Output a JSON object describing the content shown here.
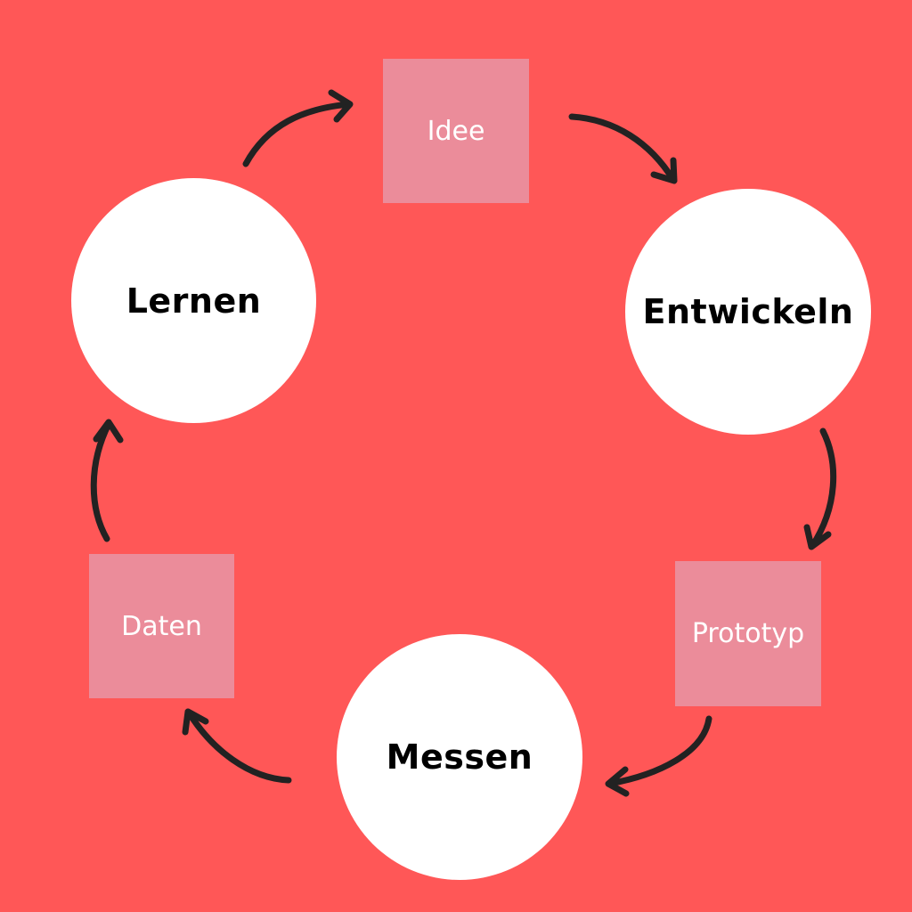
{
  "colors": {
    "background": "#FF5757",
    "circle_fill": "#FFFFFF",
    "box_fill": "#EB8C9A",
    "arrow": "#222222",
    "circle_text": "#000000",
    "box_text": "#FFFFFF"
  },
  "cycle": {
    "stages": [
      {
        "label": "Lernen"
      },
      {
        "label": "Entwickeln"
      },
      {
        "label": "Messen"
      }
    ],
    "artifacts": [
      {
        "label": "Idee"
      },
      {
        "label": "Prototyp"
      },
      {
        "label": "Daten"
      }
    ]
  }
}
